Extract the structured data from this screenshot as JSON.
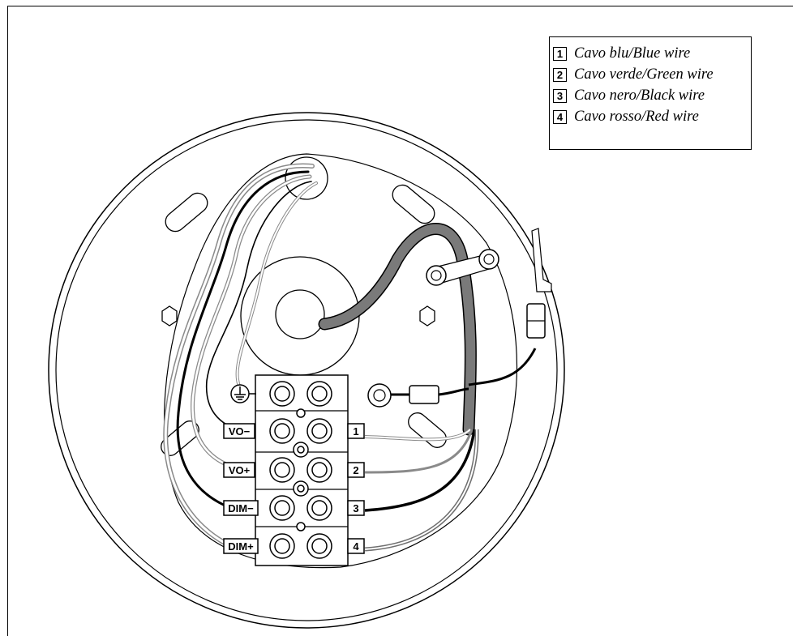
{
  "legend": {
    "items": [
      {
        "number": "1",
        "label": "Cavo blu/Blue wire"
      },
      {
        "number": "2",
        "label": "Cavo verde/Green wire"
      },
      {
        "number": "3",
        "label": "Cavo nero/Black wire"
      },
      {
        "number": "4",
        "label": "Cavo rosso/Red wire"
      }
    ]
  },
  "terminals": {
    "left_labels": [
      "VO−",
      "VO+",
      "DIM−",
      "DIM+"
    ],
    "right_numbers": [
      "1",
      "2",
      "3",
      "4"
    ],
    "ground_symbol": "earth-ground-icon"
  },
  "colors": {
    "line": "#000000",
    "wire_gray": "#8a8a8a",
    "wire_dark_gray": "#6f6f6f",
    "background": "#ffffff"
  }
}
